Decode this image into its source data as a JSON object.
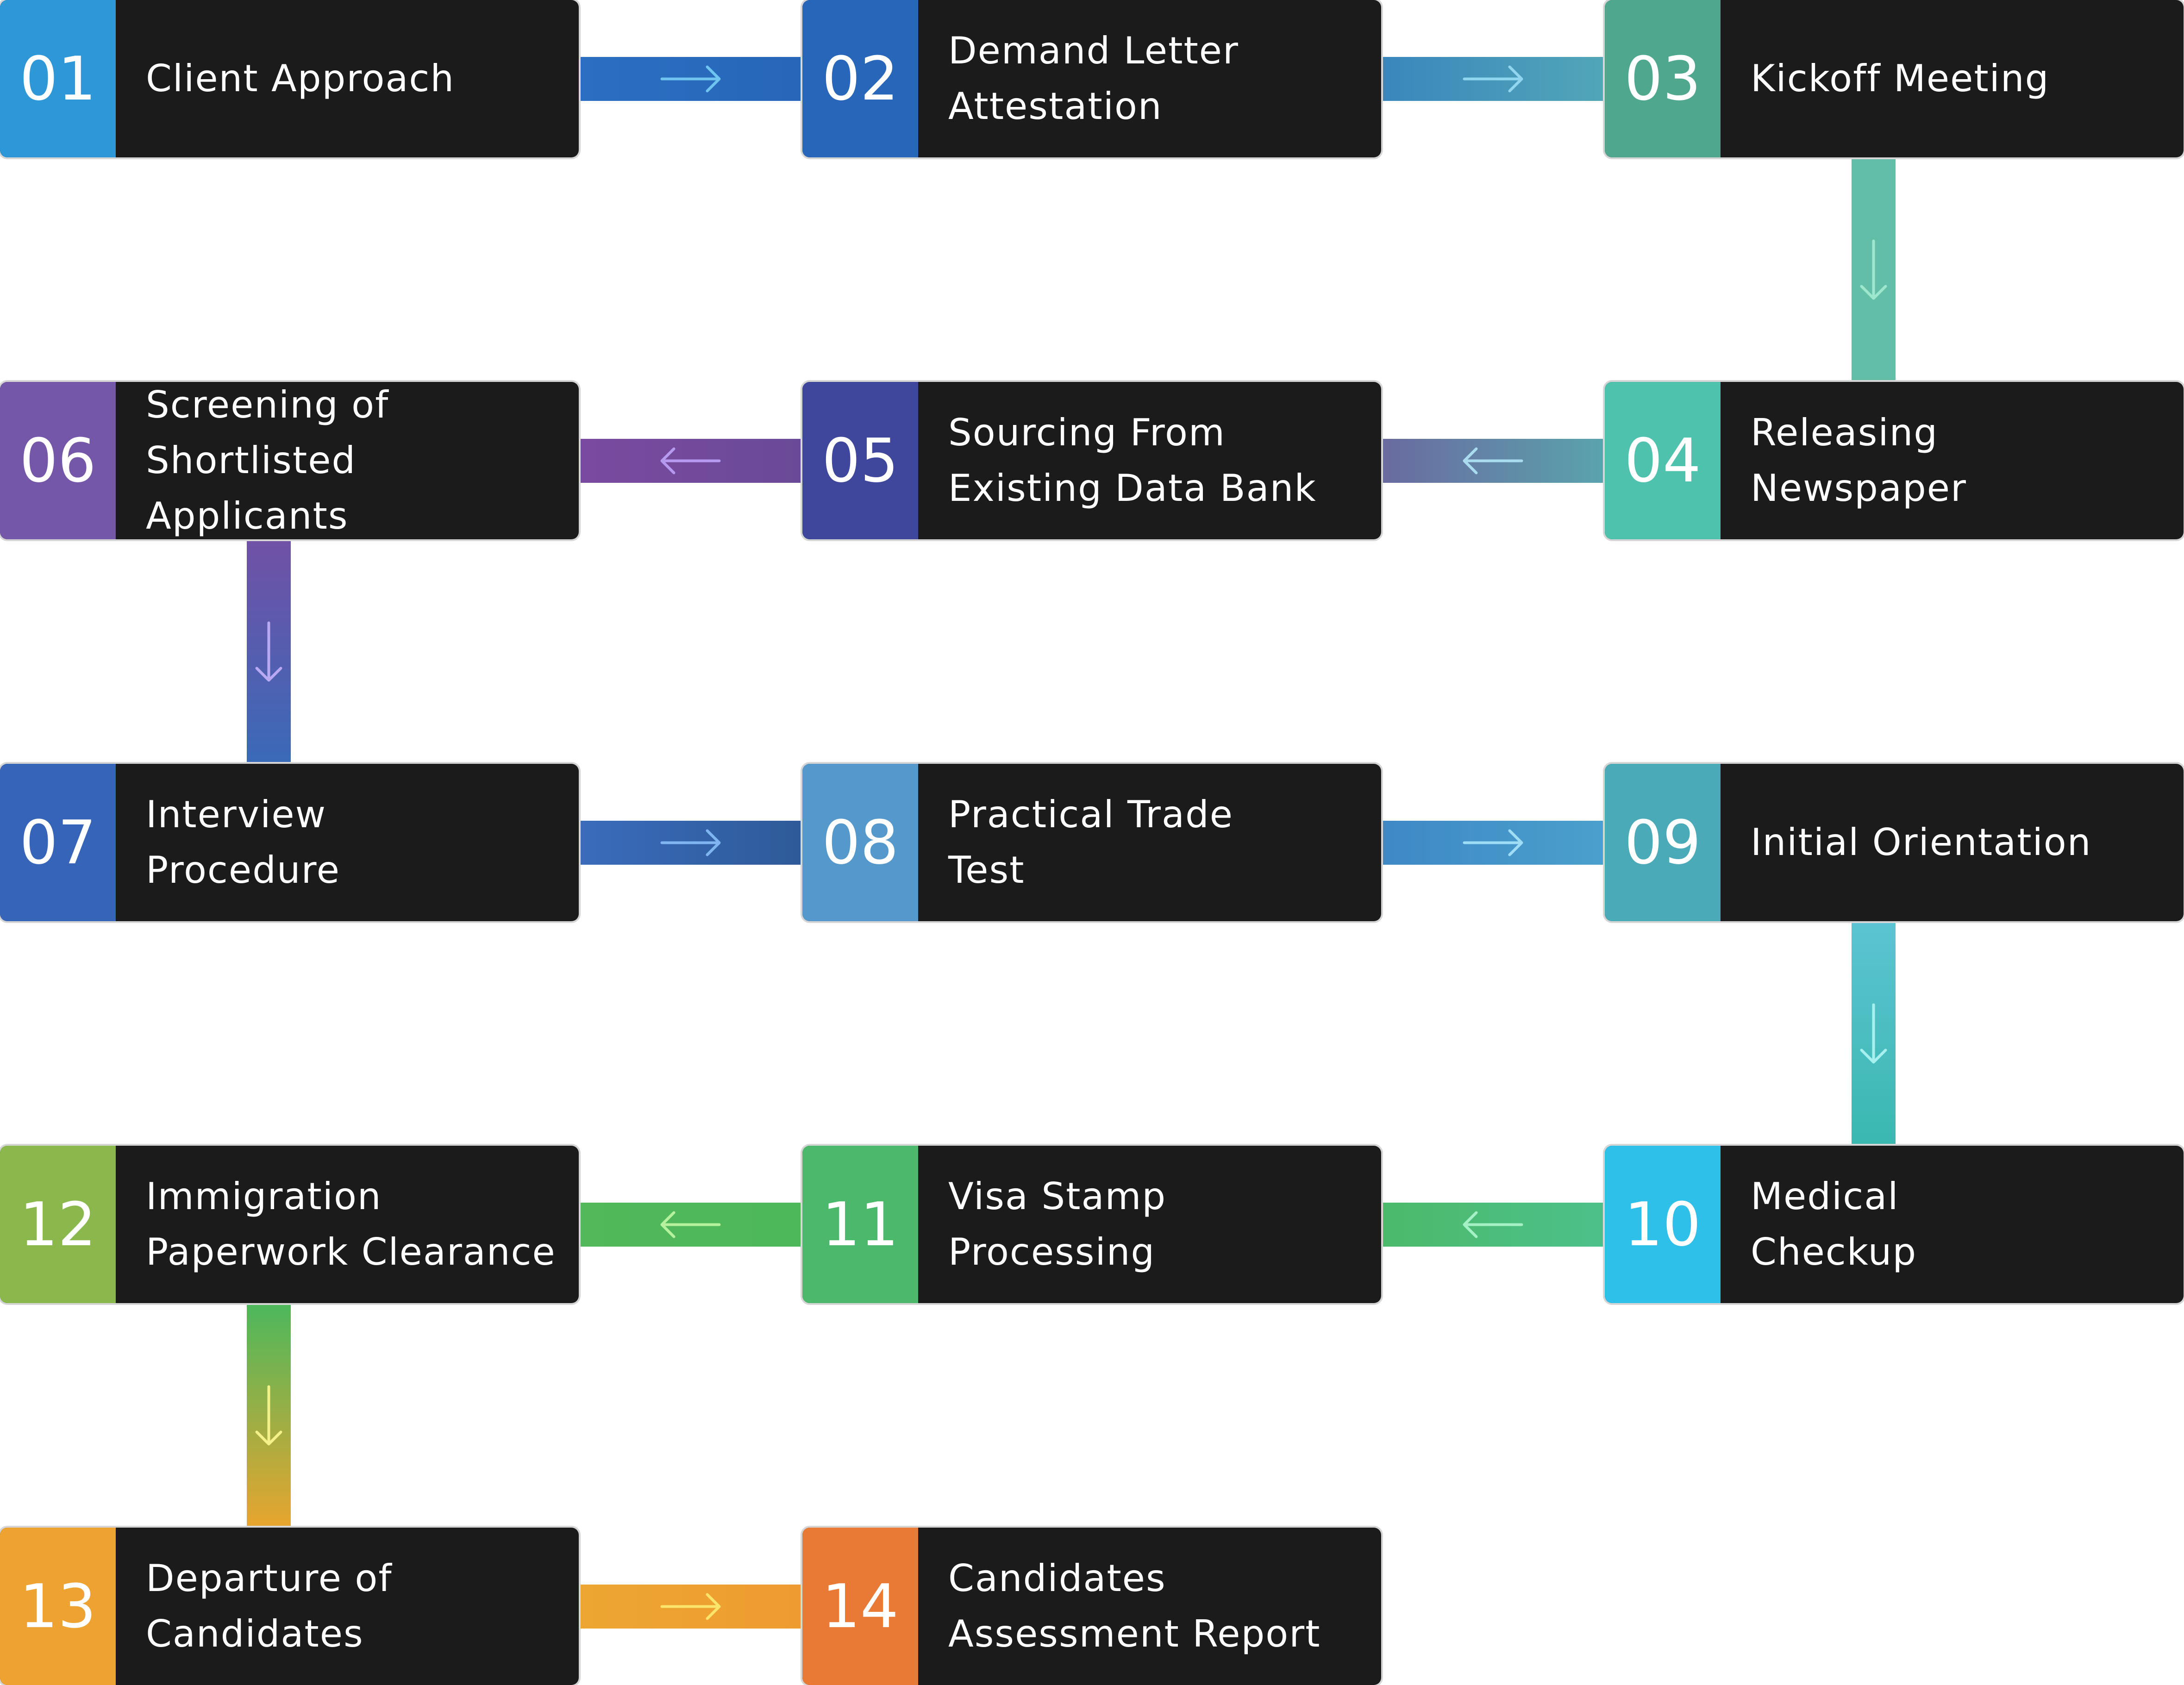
{
  "steps": [
    {
      "number": "01",
      "label": "Client Approach",
      "color": "#2e97d8"
    },
    {
      "number": "02",
      "label": "Demand Letter\nAttestation",
      "color": "#2766b8"
    },
    {
      "number": "03",
      "label": "Kickoff Meeting",
      "color": "#4fa78e"
    },
    {
      "number": "04",
      "label": "Releasing\nNewspaper",
      "color": "#4fc2ad"
    },
    {
      "number": "05",
      "label": "Sourcing From\nExisting Data Bank",
      "color": "#3e479c"
    },
    {
      "number": "06",
      "label": "Screening of\nShortlisted Applicants",
      "color": "#7557a9"
    },
    {
      "number": "07",
      "label": "Interview\nProcedure",
      "color": "#3564b8"
    },
    {
      "number": "08",
      "label": "Practical Trade\nTest",
      "color": "#5598cb"
    },
    {
      "number": "09",
      "label": "Initial Orientation",
      "color": "#4aaab8"
    },
    {
      "number": "10",
      "label": "Medical\nCheckup",
      "color": "#2ec0e8"
    },
    {
      "number": "11",
      "label": "Visa Stamp\nProcessing",
      "color": "#4cb86b"
    },
    {
      "number": "12",
      "label": "Immigration\nPaperwork Clearance",
      "color": "#8ab84c"
    },
    {
      "number": "13",
      "label": "Departure of\nCandidates",
      "color": "#eda232"
    },
    {
      "number": "14",
      "label": "Candidates\nAssessment Report",
      "color": "#e97a36"
    }
  ],
  "connectors": [
    {
      "from": 0,
      "to": 1,
      "direction": "right",
      "color_start": "#2b6fc2",
      "color_end": "#2766b8",
      "arrow_color": "#6fc4f0"
    },
    {
      "from": 1,
      "to": 2,
      "direction": "right",
      "color_start": "#3a86bd",
      "color_end": "#52a6b8",
      "arrow_color": "#8fd6ee"
    },
    {
      "from": 2,
      "to": 3,
      "direction": "down",
      "color_start": "#62bea6",
      "color_end": "#62bea6",
      "arrow_color": "#9fe6cf"
    },
    {
      "from": 3,
      "to": 4,
      "direction": "left",
      "color_start": "#5aa3ad",
      "color_end": "#6a6aa0",
      "arrow_color": "#a9dcef"
    },
    {
      "from": 4,
      "to": 5,
      "direction": "left",
      "color_start": "#6a4a98",
      "color_end": "#7a4aa0",
      "arrow_color": "#b69af0"
    },
    {
      "from": 5,
      "to": 6,
      "direction": "down",
      "color_start": "#7151a6",
      "color_end": "#3a6ab8",
      "arrow_color": "#b9a8f2"
    },
    {
      "from": 6,
      "to": 7,
      "direction": "right",
      "color_start": "#3a6cbc",
      "color_end": "#2e5a98",
      "arrow_color": "#7fb6f2"
    },
    {
      "from": 7,
      "to": 8,
      "direction": "right",
      "color_start": "#3f88c6",
      "color_end": "#4aa0cc",
      "arrow_color": "#9fdcf5"
    },
    {
      "from": 8,
      "to": 9,
      "direction": "down",
      "color_start": "#5cc4d2",
      "color_end": "#3ab8b0",
      "arrow_color": "#a6f0ee"
    },
    {
      "from": 9,
      "to": 10,
      "direction": "left",
      "color_start": "#4cc08a",
      "color_end": "#4cba6a",
      "arrow_color": "#a6f0c6"
    },
    {
      "from": 10,
      "to": 11,
      "direction": "left",
      "color_start": "#4cb85a",
      "color_end": "#52b85a",
      "arrow_color": "#b6f29e"
    },
    {
      "from": 11,
      "to": 12,
      "direction": "down",
      "color_start": "#4cb85c",
      "color_end": "#e8a52e",
      "arrow_color": "#f4f08a"
    },
    {
      "from": 12,
      "to": 13,
      "direction": "right",
      "color_start": "#eda632",
      "color_end": "#ee9c30",
      "arrow_color": "#fbe46a"
    }
  ]
}
